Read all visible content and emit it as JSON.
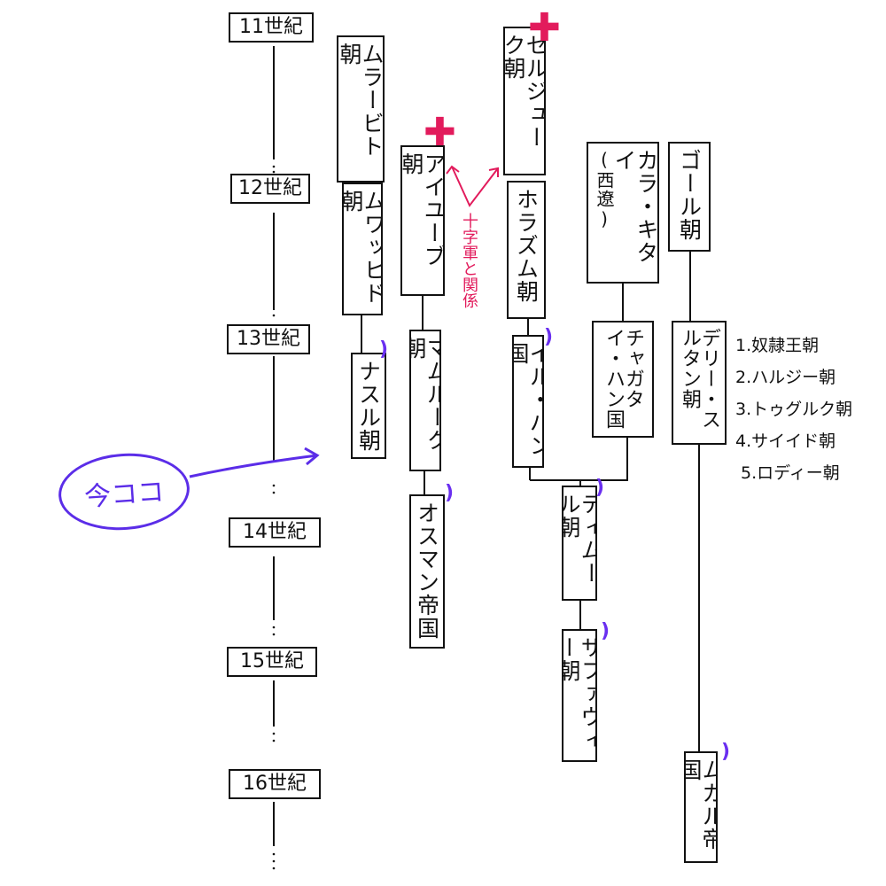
{
  "centuries": [
    "11世紀",
    "12世紀",
    "13世紀",
    "14世紀",
    "15世紀",
    "16世紀"
  ],
  "dynasties": {
    "almoravid": "ムラービト朝",
    "almohad": "ムワッヒド朝",
    "nasrid": "ナスル朝",
    "ayyubid": "アイユーブ朝",
    "mamluk": "マムルーク朝",
    "ottoman": "オスマン帝国",
    "seljuk": "セルジューク朝",
    "khwarazm": "ホラズム朝",
    "ilkhanate": "イル・ハン国",
    "karakhitai": "カラ・キタイ",
    "karakhitai_sub": "(西遼)",
    "chagatai": "チャガタイ・ハン国",
    "timurid": "ティムール朝",
    "safavid": "サファヴィー朝",
    "ghurid": "ゴール朝",
    "delhi": "デリー・スルタン朝",
    "mughal": "ムガル帝国"
  },
  "crusade_note": "十字軍と関係",
  "delhi_list": [
    "1.奴隷王朝",
    "2.ハルジー朝",
    "3.トゥグルク朝",
    "4.サイイド朝",
    "5.ロディー朝"
  ],
  "here_label": "今ココ",
  "colors": {
    "ink": "#111111",
    "pink": "#e21b5c",
    "purple": "#5b2de8"
  }
}
